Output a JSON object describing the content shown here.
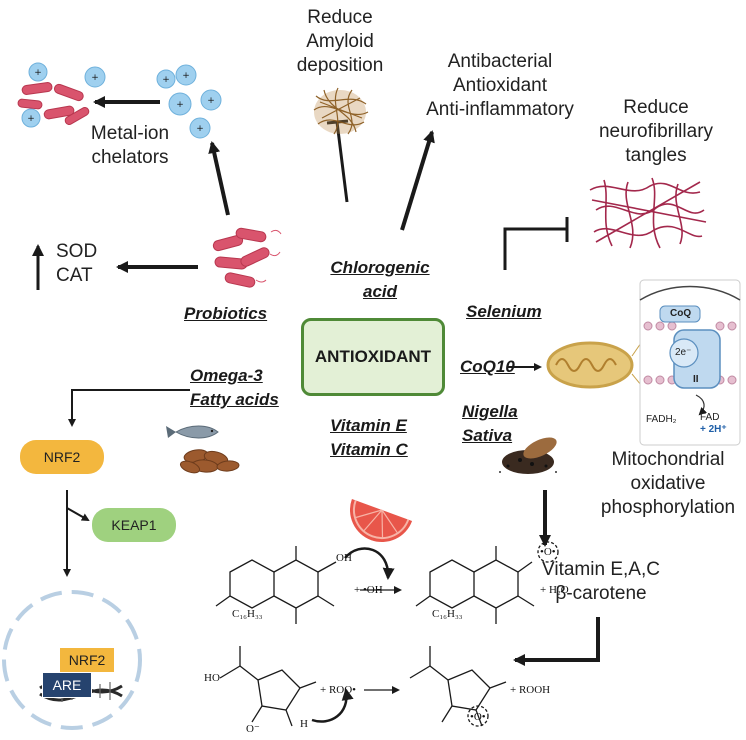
{
  "center": "ANTIOXIDANT",
  "agents": {
    "chlorogenic_line1": "Chlorogenic",
    "chlorogenic_line2": "acid",
    "probiotics": "Probiotics",
    "selenium": "Selenium",
    "omega3_line1": "Omega-3",
    "omega3_line2": "Fatty acids",
    "coq10": "CoQ10",
    "nigella_line1": "Nigella",
    "nigella_line2": "Sativa",
    "vitamin_e": "Vitamin E",
    "vitamin_c": "Vitamin C"
  },
  "effects": {
    "amyloid": [
      "Reduce",
      "Amyloid",
      "deposition"
    ],
    "antibacterial": [
      "Antibacterial",
      "Antioxidant",
      "Anti-inflammatory"
    ],
    "neurofibrillary": [
      "Reduce",
      "neurofibrillary",
      "tangles"
    ],
    "metal_ion": [
      "Metal-ion",
      "chelators"
    ],
    "sod": "SOD",
    "cat": "CAT",
    "mito": [
      "Mitochondrial",
      "oxidative",
      "phosphorylation"
    ],
    "vitamins": [
      "Vitamin E,A,C",
      "β-carotene"
    ]
  },
  "pathway": {
    "nrf2": "NRF2",
    "keap1": "KEAP1",
    "nrf2_nucleus": "NRF2",
    "are": "ARE"
  },
  "mito_inset": {
    "coq": "CoQ",
    "electrons": "2e⁻",
    "complex": "II",
    "fadh2": "FADH₂",
    "fad": "FAD",
    "h": "+ 2H⁺"
  },
  "reactions": {
    "oh_radical": "+ •OH",
    "water": "+ H₂O",
    "tail1": "C₁₆H₃₃",
    "tail2": "C₁₆H₃₃",
    "roo": "+ ROO•",
    "rooh": "+ ROOH",
    "radical_o1": "•O•",
    "radical_o2": "•O•",
    "oh_label": "OH",
    "ho_label": "HO",
    "h_label": "H",
    "o_minus": "O⁻"
  },
  "colors": {
    "center_fill": "#e3f0d6",
    "center_border": "#4f8a37",
    "nrf2_fill": "#f3b73e",
    "keap1_fill": "#9fd17f",
    "are_fill": "#26436e",
    "bacteria": "#d9546d",
    "ion": "#9fd0ef",
    "tangles": "#a3284c",
    "mito_outer": "#c9a24a"
  }
}
